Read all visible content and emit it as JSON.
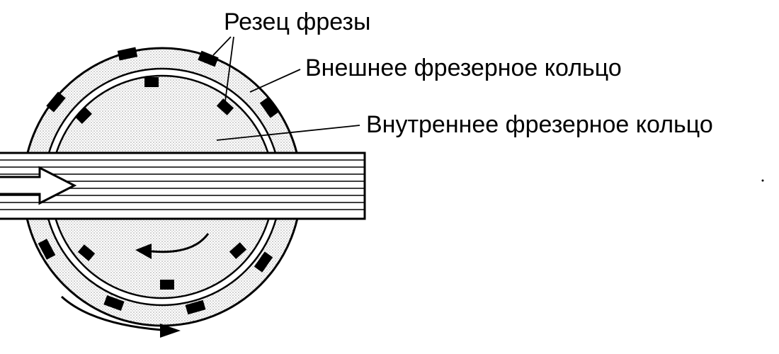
{
  "labels": {
    "cutter": "Резец фрезы",
    "outer_ring": "Внешнее фрезерное кольцо",
    "inner_ring": "Внутреннее фрезерное кольцо"
  },
  "colors": {
    "stroke": "#000000",
    "ring_fill": "#e9e9e9",
    "background": "#ffffff"
  },
  "icons": {
    "feed_direction": "feed-arrow-icon",
    "inner_rotation": "rotation-arrow-icon",
    "outer_rotation": "rotation-arrow-icon"
  }
}
